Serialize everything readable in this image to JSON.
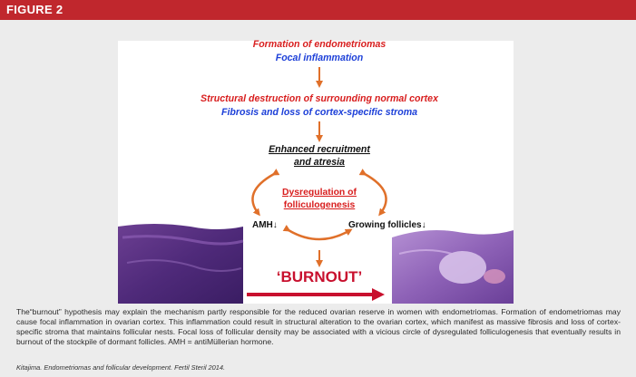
{
  "header": {
    "label": "FIGURE 2"
  },
  "diagram": {
    "step1": {
      "line1": "Formation of endometriomas",
      "line2": "Focal inflammation"
    },
    "step2": {
      "line1": "Structural destruction of surrounding normal cortex",
      "line2": "Fibrosis and loss of cortex-specific stroma"
    },
    "step3": {
      "line1": "Enhanced recruitment",
      "line2": "and atresia"
    },
    "center": {
      "line1": "Dysregulation of",
      "line2": "folliculogenesis"
    },
    "amh": "AMH↓",
    "growing": "Growing follicles↓",
    "burnout": "‘BURNOUT’"
  },
  "colors": {
    "header": "#c0272d",
    "red_text": "#d81e1e",
    "blue_text": "#1c3fd8",
    "arrow": "#e0702a",
    "dark_red": "#c8102e"
  },
  "images": {
    "left": "histology-left",
    "right": "histology-right"
  },
  "caption": "The“burnout” hypothesis may explain the mechanism partly responsible for the reduced ovarian reserve in women with endometriomas. Formation of endometriomas may cause focal inflammation in ovarian cortex. This inflammation could result in structural alteration to the ovarian cortex, which manifest as massive fibrosis and loss of cortex-specific stroma that maintains follicular nests. Focal loss of follicular density may be associated with a vicious circle of dysregulated folliculogenesis that eventually results in burnout of the stockpile of dormant follicles. AMH = antiMüllerian hormone.",
  "source": "Kitajima. Endometriomas and follicular development. Fertil Steril 2014."
}
